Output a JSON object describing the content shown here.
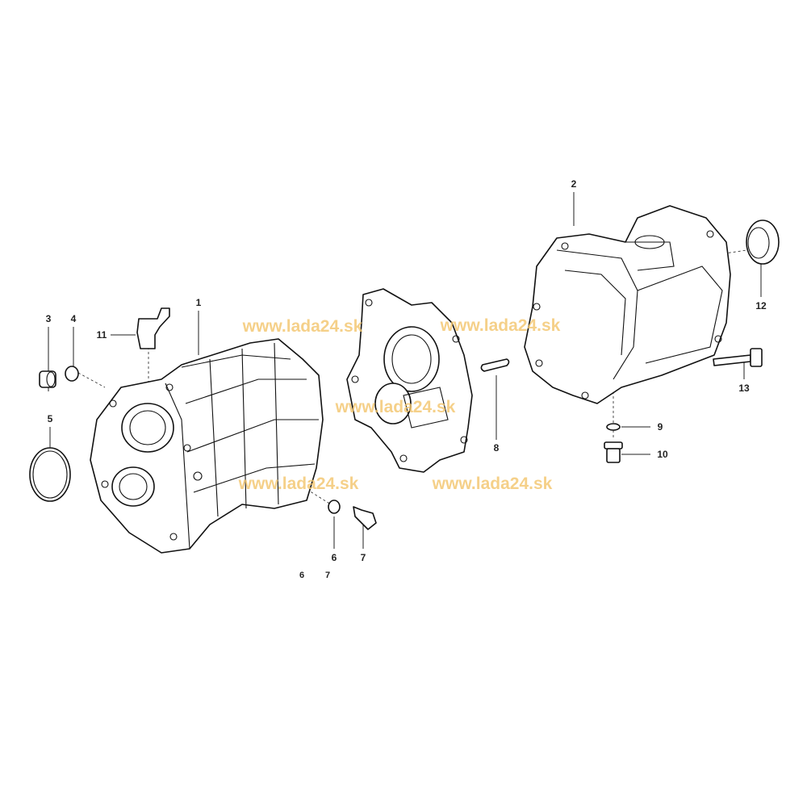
{
  "diagram": {
    "callouts": [
      {
        "number": "1",
        "part": "front-case"
      },
      {
        "number": "2",
        "part": "rear-case"
      },
      {
        "number": "3",
        "part": "plug"
      },
      {
        "number": "4",
        "part": "washer"
      },
      {
        "number": "5",
        "part": "o-ring"
      },
      {
        "number": "6",
        "part": "washer"
      },
      {
        "number": "7",
        "part": "sensor"
      },
      {
        "number": "8",
        "part": "dowel-pin"
      },
      {
        "number": "9",
        "part": "washer"
      },
      {
        "number": "10",
        "part": "plug"
      },
      {
        "number": "11",
        "part": "breather"
      },
      {
        "number": "12",
        "part": "oil-seal"
      },
      {
        "number": "13",
        "part": "bolt"
      }
    ],
    "extra_labels": [
      "6",
      "7"
    ],
    "watermark": "www.lada24.sk"
  }
}
